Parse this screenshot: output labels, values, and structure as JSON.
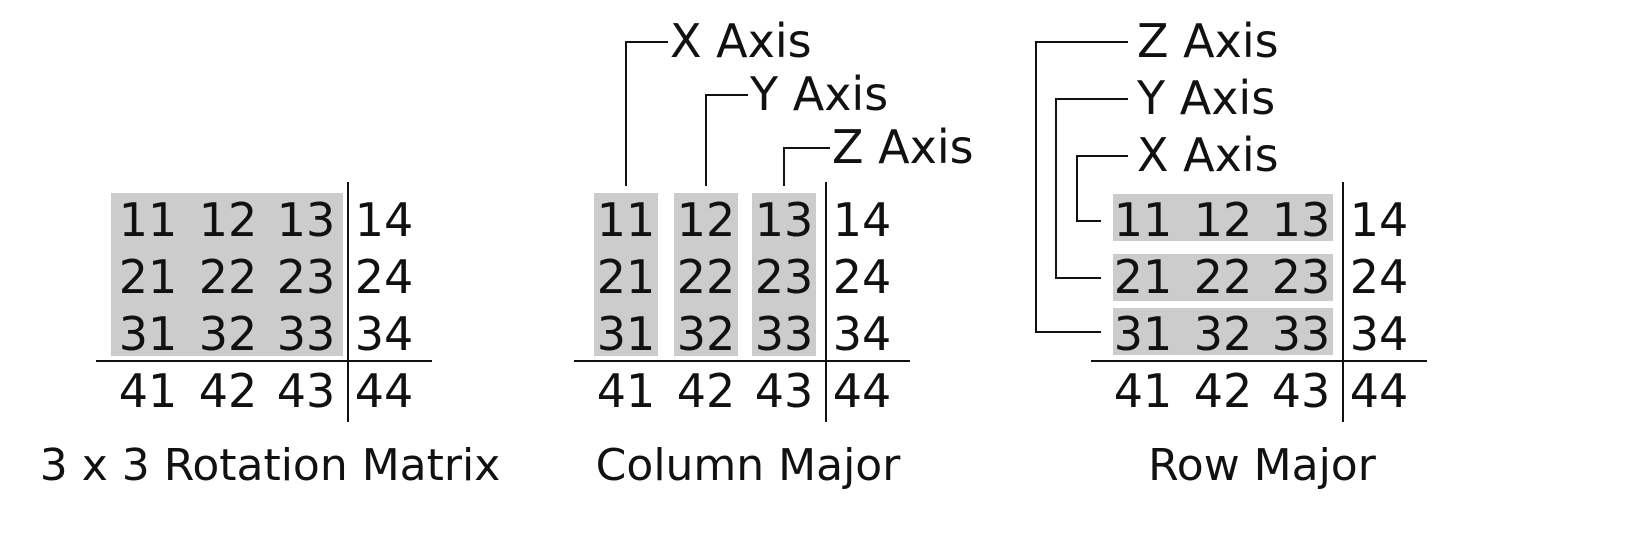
{
  "colors": {
    "highlight": "#cccccc",
    "text": "#111111",
    "line": "#111111",
    "background": "#ffffff"
  },
  "matrix": [
    [
      "11",
      "12",
      "13",
      "14"
    ],
    [
      "21",
      "22",
      "23",
      "24"
    ],
    [
      "31",
      "32",
      "33",
      "34"
    ],
    [
      "41",
      "42",
      "43",
      "44"
    ]
  ],
  "panels": [
    {
      "caption": "3 x 3 Rotation Matrix",
      "highlight": "block",
      "axis_labels": []
    },
    {
      "caption": "Column Major",
      "highlight": "columns",
      "axis_labels": [
        "X Axis",
        "Y Axis",
        "Z Axis"
      ]
    },
    {
      "caption": "Row Major",
      "highlight": "rows",
      "axis_labels": [
        "Z Axis",
        "Y Axis",
        "X Axis"
      ]
    }
  ]
}
